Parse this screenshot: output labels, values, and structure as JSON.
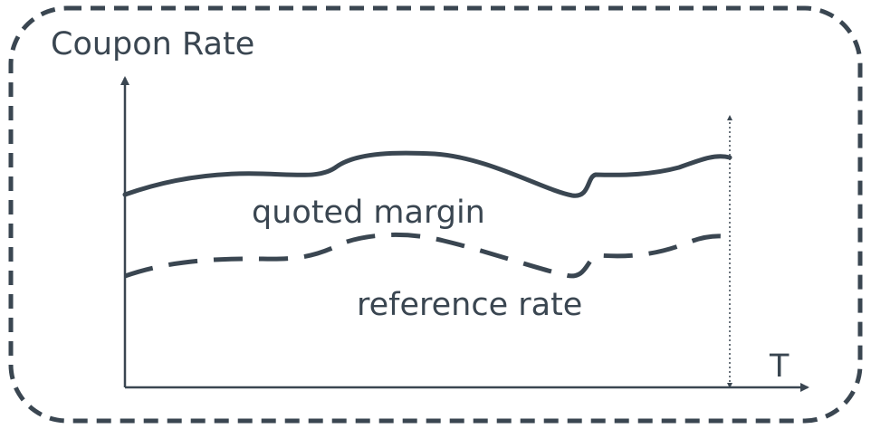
{
  "diagram": {
    "y_axis_label": "Coupon Rate",
    "x_axis_label": "T",
    "upper_curve_label": "quoted margin",
    "lower_curve_label": "reference rate",
    "colors": {
      "ink": "#3a4651",
      "background": "#ffffff"
    }
  }
}
